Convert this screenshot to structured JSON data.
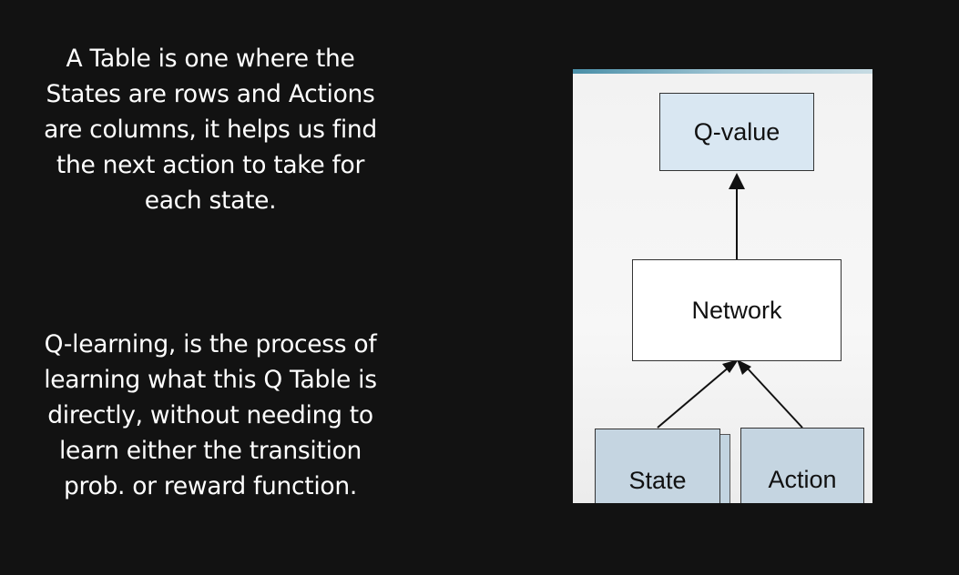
{
  "text": {
    "paragraph_1": "A Table is one where the States are rows and Actions are columns, it helps us find the next action to take for each state.",
    "paragraph_2": "Q-learning, is the process of learning what this Q Table is directly, without needing to learn either the transition prob. or reward function."
  },
  "diagram": {
    "nodes": {
      "q_value": "Q-value",
      "network": "Network",
      "state": "State",
      "action": "Action"
    },
    "colors": {
      "input_box": "#c5d5e1",
      "output_box": "#d9e7f2",
      "hidden_box": "#ffffff",
      "background": "#121212"
    }
  }
}
